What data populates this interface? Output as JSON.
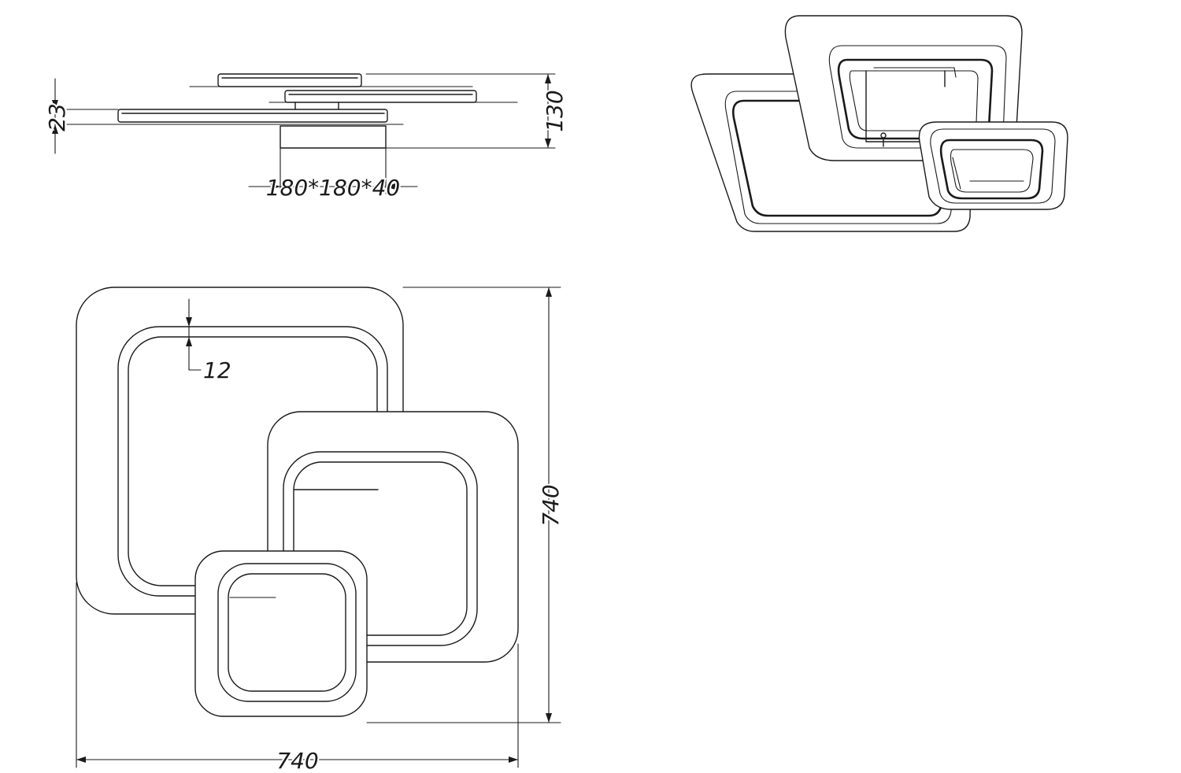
{
  "dimensions": {
    "side_height_total": "130",
    "side_plate_thickness": "23",
    "base_size": "180*180*40",
    "front_width": "740",
    "front_height": "740",
    "frame_width": "12"
  },
  "colors": {
    "line": "#1a1a1a",
    "background": "#ffffff"
  }
}
